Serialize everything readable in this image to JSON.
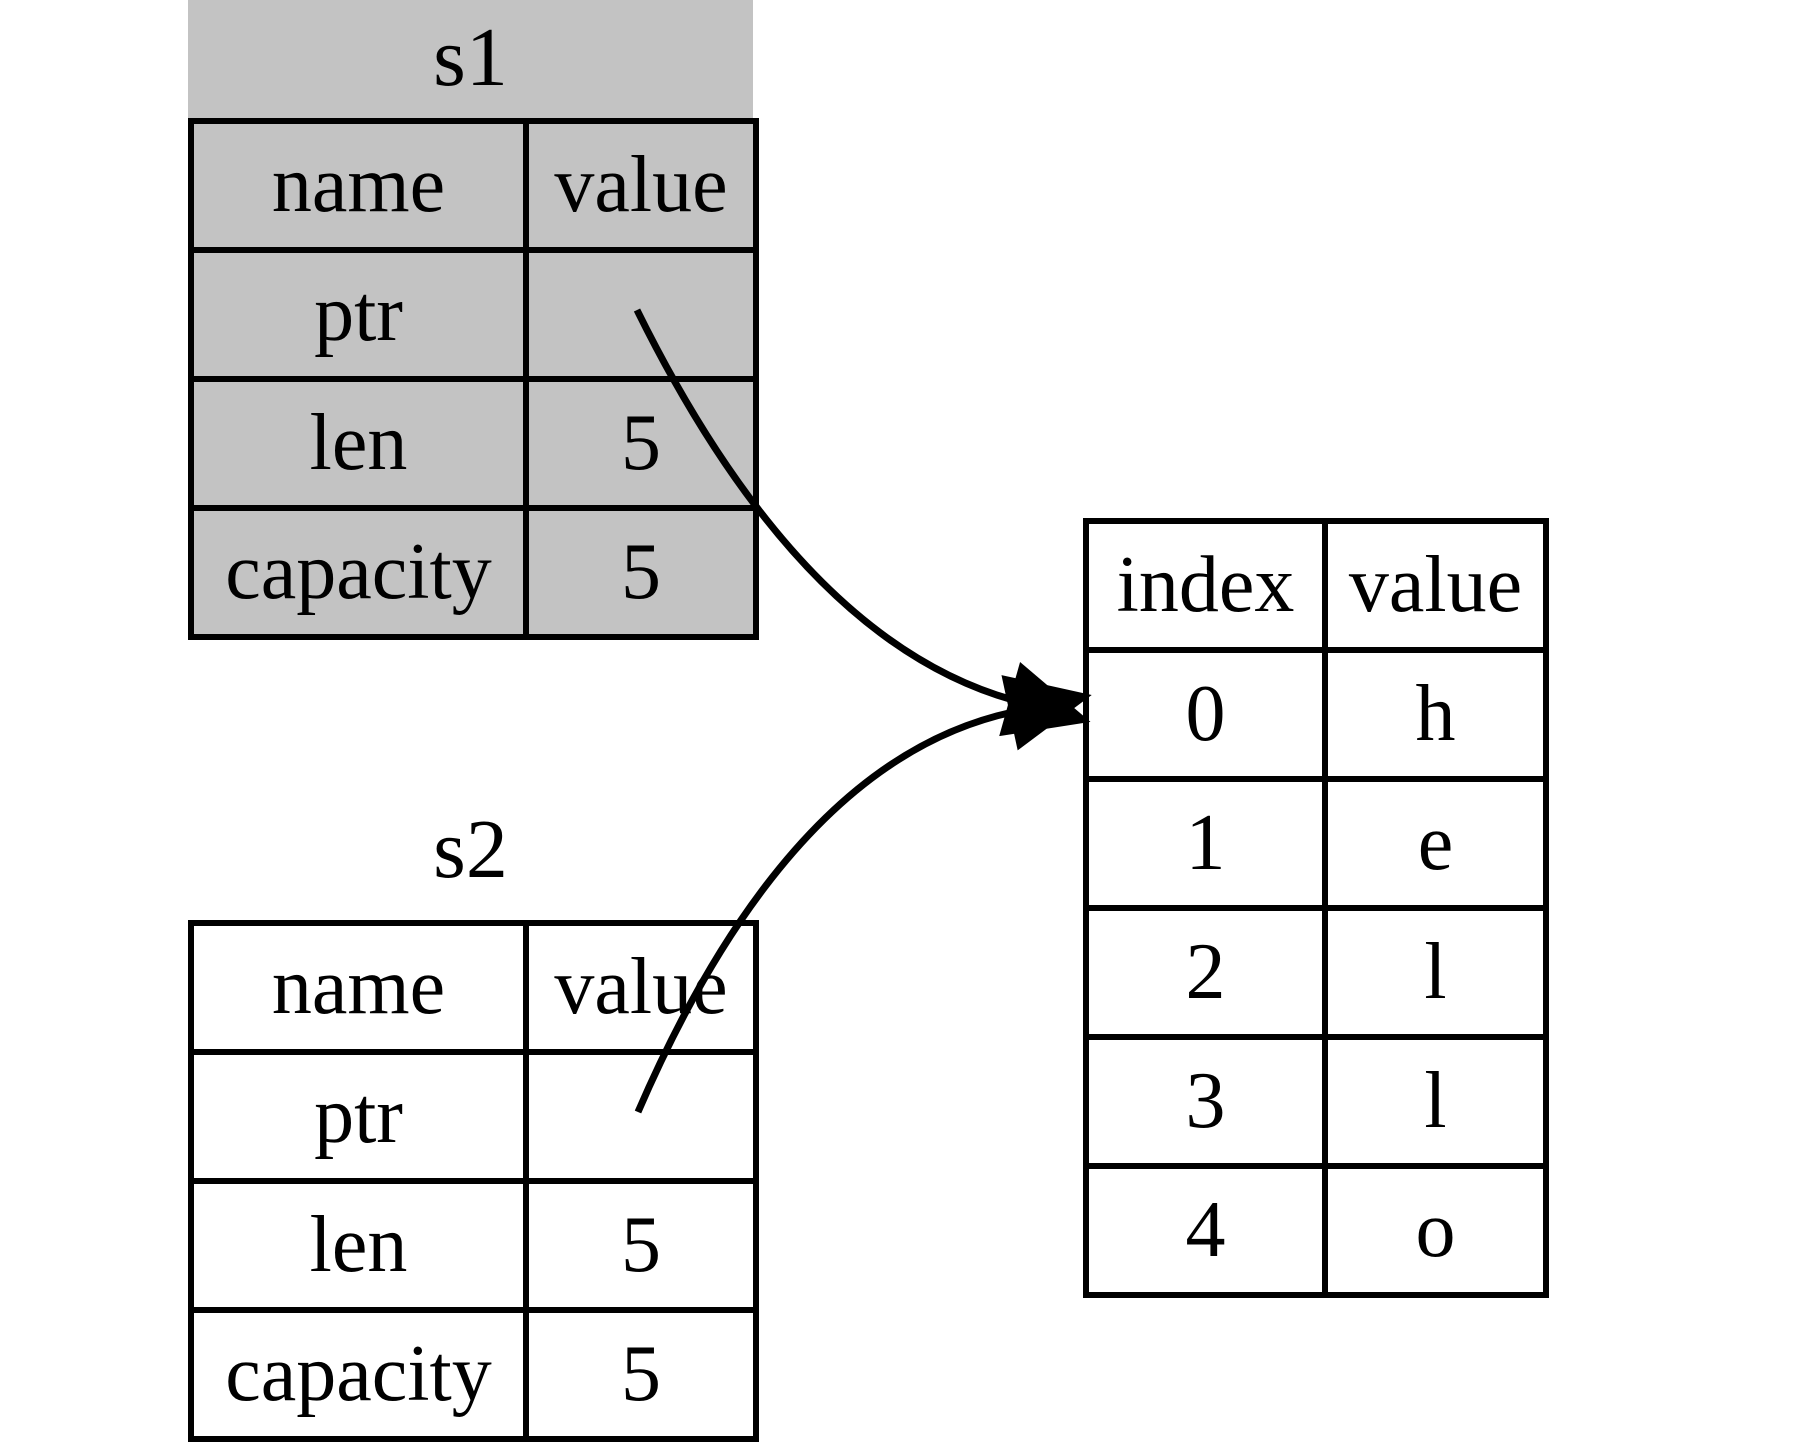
{
  "diagram": {
    "s1": {
      "title": "s1",
      "columns": [
        "name",
        "value"
      ],
      "rows": [
        {
          "name": "ptr",
          "value": ""
        },
        {
          "name": "len",
          "value": "5"
        },
        {
          "name": "capacity",
          "value": "5"
        }
      ]
    },
    "s2": {
      "title": "s2",
      "columns": [
        "name",
        "value"
      ],
      "rows": [
        {
          "name": "ptr",
          "value": ""
        },
        {
          "name": "len",
          "value": "5"
        },
        {
          "name": "capacity",
          "value": "5"
        }
      ]
    },
    "heap": {
      "columns": [
        "index",
        "value"
      ],
      "rows": [
        {
          "index": "0",
          "value": "h"
        },
        {
          "index": "1",
          "value": "e"
        },
        {
          "index": "2",
          "value": "l"
        },
        {
          "index": "3",
          "value": "l"
        },
        {
          "index": "4",
          "value": "o"
        }
      ]
    },
    "arrows": [
      {
        "from": "s1 ptr",
        "to": "heap index 0"
      },
      {
        "from": "s2 ptr",
        "to": "heap index 0"
      }
    ],
    "colors": {
      "s1_fill": "#c3c3c3",
      "background": "#ffffff",
      "line": "#000000"
    }
  }
}
